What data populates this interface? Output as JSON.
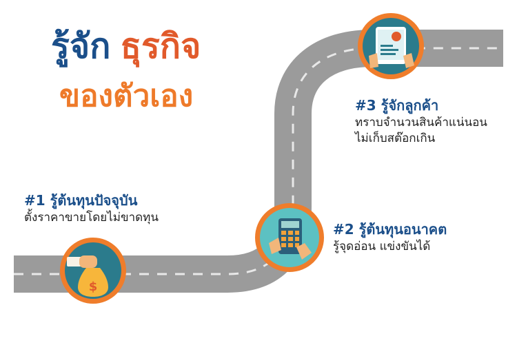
{
  "title": {
    "line1_a": "รู้จัก",
    "line1_b": "ธุรกิจ",
    "line2": "ของตัวเอง"
  },
  "steps": [
    {
      "heading": "#1 รู้ต้นทุนปัจจุบัน",
      "lines": [
        "ตั้งราคาขายโดยไม่ขาดทุน"
      ]
    },
    {
      "heading": "#2 รู้ต้นทุนอนาคต",
      "lines": [
        "รู้จุดอ่อน แข่งขันได้"
      ]
    },
    {
      "heading": "#3 รู้จักลูกค้า",
      "lines": [
        "ทราบจำนวนสินค้าแน่นอน",
        "ไม่เก็บสต๊อกเกิน"
      ]
    }
  ],
  "icons": [
    "money-bag-hand-icon",
    "calculator-hand-icon",
    "tablet-chart-icon"
  ],
  "colors": {
    "navy": "#1b4f8a",
    "red_orange": "#e15a2b",
    "orange": "#ee7a2a",
    "road": "#9b9b9b",
    "teal": "#2b7b8c"
  }
}
